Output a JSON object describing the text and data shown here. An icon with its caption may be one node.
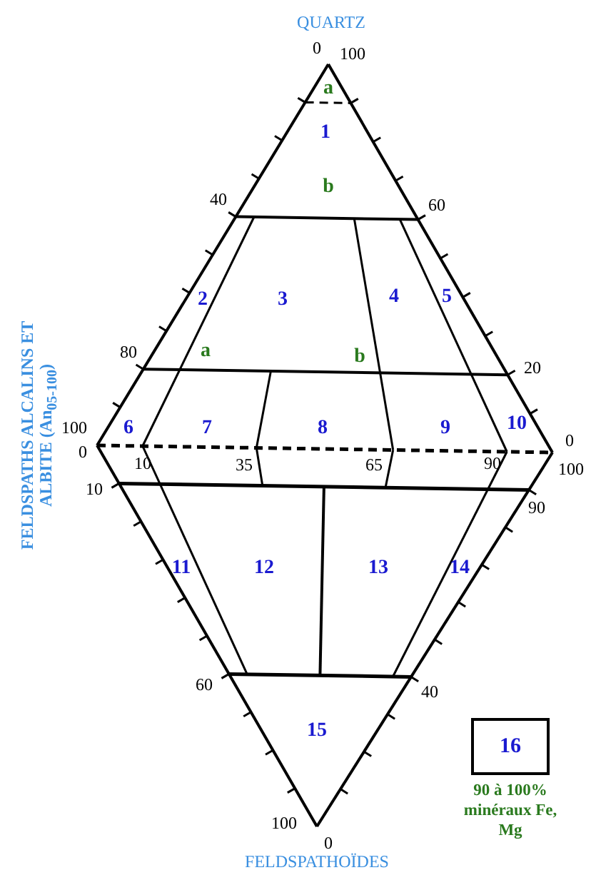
{
  "diagram": {
    "nodes": [
      {
        "text": [
          "16"
        ],
        "beside": [
          "90 à 100% minéraux Fe, Mg"
        ]
      }
    ],
    "edges": [],
    "labels": [
      "QUARTZ",
      "0",
      "100",
      "a",
      "1",
      "b",
      "40",
      "60",
      "2",
      "3",
      "4",
      "5",
      "FELDSPATHS ALCALINS ET ALBITE (An$_{05-100}$)",
      "80",
      "a",
      "b",
      "20",
      "100",
      "6",
      "7",
      "8",
      "9",
      "10",
      "0",
      "0",
      "10",
      "35",
      "65",
      "90",
      "100",
      "10",
      "90",
      "11",
      "12",
      "13",
      "14",
      "60",
      "40",
      "15",
      "100",
      "0",
      "FELDSPATHOÏDES"
    ]
  }
}
